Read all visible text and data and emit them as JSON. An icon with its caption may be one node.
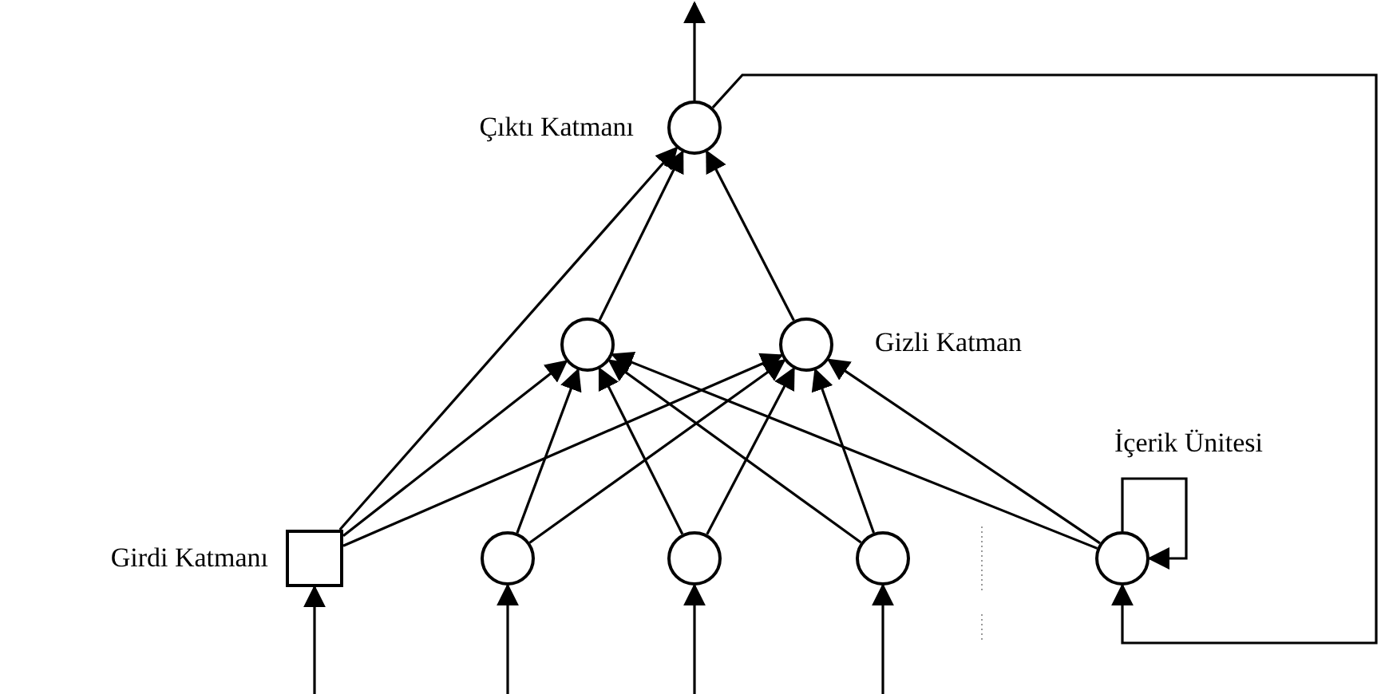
{
  "diagram": {
    "nodes": [
      {
        "text": [],
        "shape": "circle"
      },
      {
        "text": [],
        "shape": "circle"
      },
      {
        "text": [],
        "shape": "circle"
      },
      {
        "text": [],
        "shape": "box"
      },
      {
        "text": [],
        "shape": "circle"
      },
      {
        "text": [],
        "shape": "circle"
      },
      {
        "text": [],
        "shape": "circle"
      },
      {
        "text": [],
        "shape": "circle"
      }
    ],
    "edges": [
      {
        "from": 0,
        "to": null,
        "arrow": "to"
      },
      {
        "from": 3,
        "to": 0,
        "arrow": "to"
      },
      {
        "from": 1,
        "to": 0,
        "arrow": "to"
      },
      {
        "from": 2,
        "to": 0,
        "arrow": "to"
      },
      {
        "from": 3,
        "to": 1,
        "arrow": "to"
      },
      {
        "from": 3,
        "to": 2,
        "arrow": "to"
      },
      {
        "from": 4,
        "to": 1,
        "arrow": "to"
      },
      {
        "from": 4,
        "to": 2,
        "arrow": "to"
      },
      {
        "from": 5,
        "to": 1,
        "arrow": "to"
      },
      {
        "from": 5,
        "to": 2,
        "arrow": "to"
      },
      {
        "from": 6,
        "to": 1,
        "arrow": "to"
      },
      {
        "from": 6,
        "to": 2,
        "arrow": "to"
      },
      {
        "from": 7,
        "to": 1,
        "arrow": "to"
      },
      {
        "from": 7,
        "to": 2,
        "arrow": "to"
      },
      {
        "from": 7,
        "to": 7,
        "arrow": "to"
      },
      {
        "from": 0,
        "to": 7,
        "arrow": "to"
      },
      {
        "from": null,
        "to": 3,
        "arrow": "to"
      },
      {
        "from": null,
        "to": 4,
        "arrow": "to"
      },
      {
        "from": null,
        "to": 5,
        "arrow": "to"
      },
      {
        "from": null,
        "to": 6,
        "arrow": "to"
      }
    ],
    "labels": [
      "Çıktı Katmanı",
      "Gizli Katman",
      "İçerik Ünitesi",
      "Girdi Katmanı"
    ]
  }
}
